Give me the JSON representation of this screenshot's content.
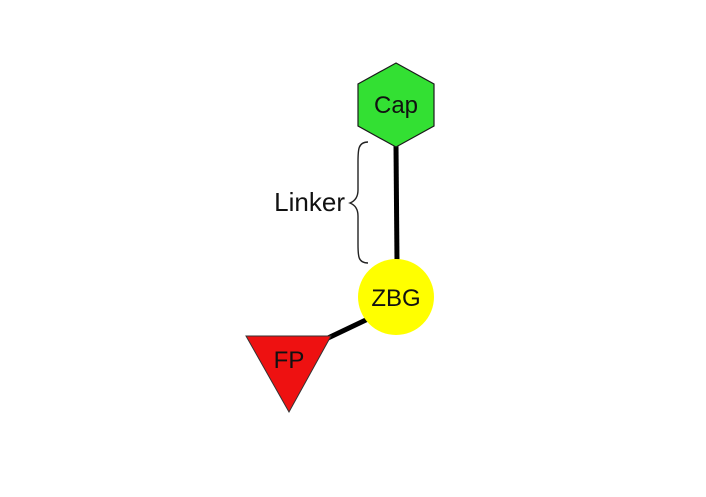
{
  "diagram": {
    "nodes": {
      "cap": {
        "label": "Cap",
        "shape": "hexagon",
        "fill": "#33e033"
      },
      "zbg": {
        "label": "ZBG",
        "shape": "circle",
        "fill": "#ffff00"
      },
      "fp": {
        "label": "FP",
        "shape": "triangle-down",
        "fill": "#ee1111"
      }
    },
    "linker": {
      "label": "Linker"
    },
    "stroke_color": "#000000"
  }
}
